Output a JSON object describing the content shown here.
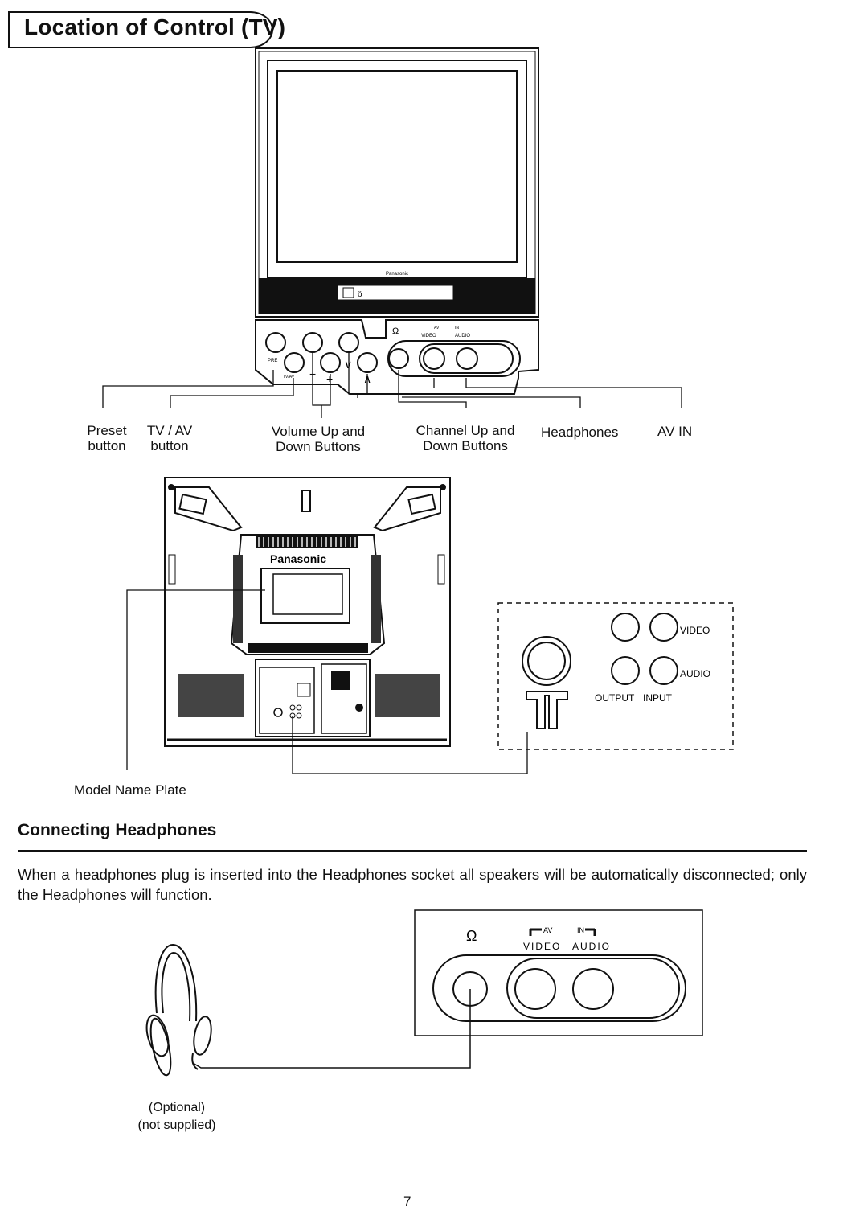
{
  "page": {
    "title": "Location of Control (TV)",
    "page_number": "7"
  },
  "front_panel": {
    "brand": "Panasonic",
    "jack_labels": {
      "headphone_symbol": "Ω",
      "av": "AV",
      "in": "IN",
      "video": "VIDEO",
      "audio": "AUDIO"
    },
    "button_marks": {
      "pre": "PRE",
      "tv_av": "TV/AV",
      "minus": "−",
      "plus": "+",
      "down": "∨",
      "up": "∧"
    },
    "labels": {
      "preset_line1": "Preset",
      "preset_line2": "button",
      "tvav_line1": "TV / AV",
      "tvav_line2": "button",
      "volume_line1": "Volume Up and",
      "volume_line2": "Down Buttons",
      "channel_line1": "Channel Up and",
      "channel_line2": "Down Buttons",
      "headphones": "Headphones",
      "av_in": "AV IN"
    }
  },
  "rear_panel": {
    "brand": "Panasonic",
    "model_name_plate": "Model Name Plate",
    "inset": {
      "video": "VIDEO",
      "audio": "AUDIO",
      "output": "OUTPUT",
      "input": "INPUT"
    }
  },
  "connecting_headphones": {
    "heading": "Connecting Headphones",
    "body": "When a headphones plug is inserted into the Headphones socket all speakers will be automatically disconnected; only the Headphones will function.",
    "optional_line1": "(Optional)",
    "optional_line2": "(not supplied)",
    "jack_labels": {
      "headphone_symbol": "Ω",
      "av": "AV",
      "in": "IN",
      "video": "VIDEO",
      "audio": "AUDIO"
    }
  }
}
